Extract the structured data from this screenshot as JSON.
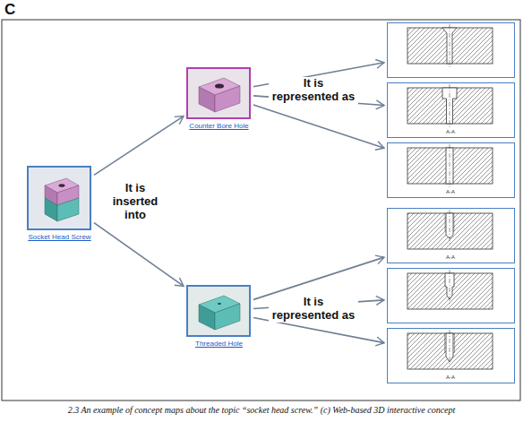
{
  "diagram": {
    "caption": "2.3 An example of concept maps about the topic “socket head screw.” (c) Web-based 3D interactive concept",
    "nodes": [
      {
        "text": [
          "Socket Head Screw"
        ]
      },
      {
        "text": [
          "Counter Bore Hole"
        ]
      },
      {
        "text": [
          "Threaded Hole"
        ]
      },
      {
        "text": []
      },
      {
        "text": [
          "A-A"
        ]
      },
      {
        "text": [
          "A-A"
        ]
      },
      {
        "text": [
          "A-A"
        ]
      },
      {
        "text": []
      },
      {
        "text": [
          "A-A"
        ]
      }
    ],
    "edges": [
      {
        "from": 0,
        "to": 1,
        "arrow": "to"
      },
      {
        "from": 0,
        "to": 2,
        "arrow": "to"
      },
      {
        "from": 1,
        "to": 3,
        "arrow": "to"
      },
      {
        "from": 1,
        "to": 4,
        "arrow": "to"
      },
      {
        "from": 1,
        "to": 5,
        "arrow": "to"
      },
      {
        "from": 2,
        "to": 6,
        "arrow": "to"
      },
      {
        "from": 2,
        "to": 7,
        "arrow": "to"
      },
      {
        "from": 2,
        "to": 8,
        "arrow": "to"
      }
    ],
    "labels": [
      "C",
      "It is inserted into",
      "It is represented as",
      "It is represented as"
    ]
  }
}
